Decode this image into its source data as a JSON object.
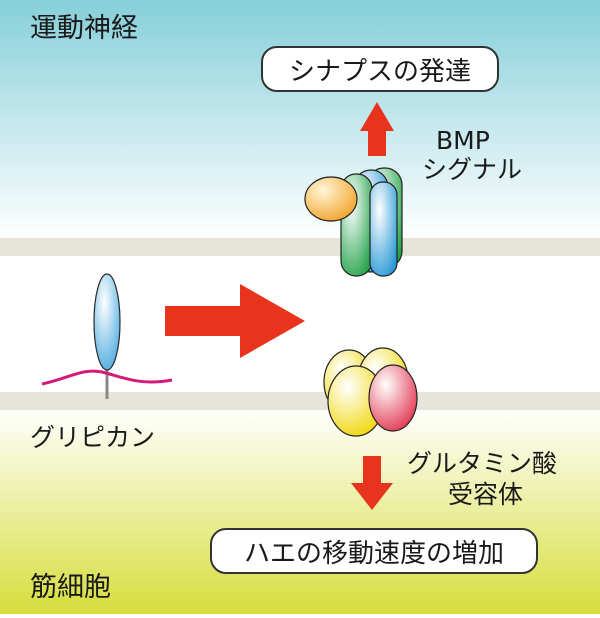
{
  "labels": {
    "motor_neuron": "運動神経",
    "muscle_cell": "筋細胞",
    "glypican": "グリピカン",
    "bmp_line1": "BMP",
    "bmp_line2": "シグナル",
    "glu_line1": "グルタミン酸",
    "glu_line2": "受容体"
  },
  "boxes": {
    "synapse_development": "シナプスの発達",
    "fly_movement_increase": "ハエの移動速度の増加"
  },
  "colors": {
    "arrow": "#e8341c",
    "membrane": "#e6e4db",
    "neuron_top": "#86cfd9",
    "muscle_bottom": "#d6de3c",
    "glypican_chain": "#d6197a"
  }
}
